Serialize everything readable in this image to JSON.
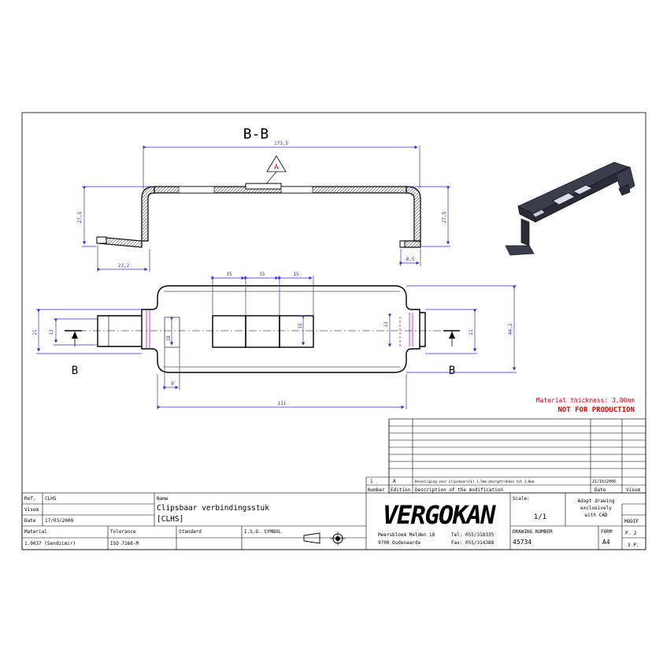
{
  "section_title": "B-B",
  "callout_label": "A",
  "section_marks": {
    "left": "B",
    "right": "B"
  },
  "dimensions": {
    "top_overall": "173,5",
    "left_height": "27,5",
    "right_height": "27,5",
    "left_flange": "23,2",
    "right_flange": "8,5",
    "slot_pitch_1": "15",
    "slot_pitch_2": "15",
    "slot_pitch_3": "15",
    "plan_overall_length": "111",
    "plan_overall_width": "44,2",
    "left_width_21": "21",
    "left_width_13": "13",
    "slot_height": "15",
    "small_slot_height": "18",
    "small_slot_width": "6",
    "right_width_13": "13",
    "right_width_21": "21"
  },
  "notes": {
    "material": "Material thickness: 3,00mm",
    "warning": "NOT FOR PRODUCTION"
  },
  "revision": {
    "number": "1",
    "edition": "A",
    "description": "Beveiliging voor clipsbaar(CL) 1,5mm doorgetrokken tot 3,0mm",
    "date": "21/10/2006",
    "header_number": "Number",
    "header_edition": "Edition",
    "header_description": "Description of the modification",
    "header_date": "Date",
    "header_visum": "Visum"
  },
  "title_block": {
    "ref_label": "Ref.",
    "ref_value": "CLHS",
    "name_label": "Name",
    "name_line1": "Clipsbaar verbindingsstuk",
    "name_line2": "[CLHS]",
    "visum_label": "Visum",
    "date_label": "Date",
    "date_value": "17/03/2000",
    "material_label": "Material",
    "material_value": "1.0037 (Sendzimir)",
    "tolerance_label": "Tolerance",
    "tolerance_value": "ISO 7168-M",
    "standard_label": "Standard",
    "iso_label": "I.S.O. SYMBOL",
    "company": "VERGOKAN",
    "address_line1": "Meersbloem Melden 18",
    "address_line2": "9700 Oudenaarde",
    "tel": "Tel: 055/318335",
    "fax": "Fax: 055/314388",
    "scale_label": "Scale:",
    "scale_value": "1/1",
    "modif_line1": "Adapt drawing",
    "modif_line2": "exclusively",
    "modif_line3": "with CAD",
    "modif_label": "MODIF",
    "drawing_number_label": "DRAWING NUMBER",
    "drawing_number": "45734",
    "form_label": "FORM",
    "form_value": "A4",
    "page_label": "P. 2",
    "pages_label": "3 P."
  }
}
